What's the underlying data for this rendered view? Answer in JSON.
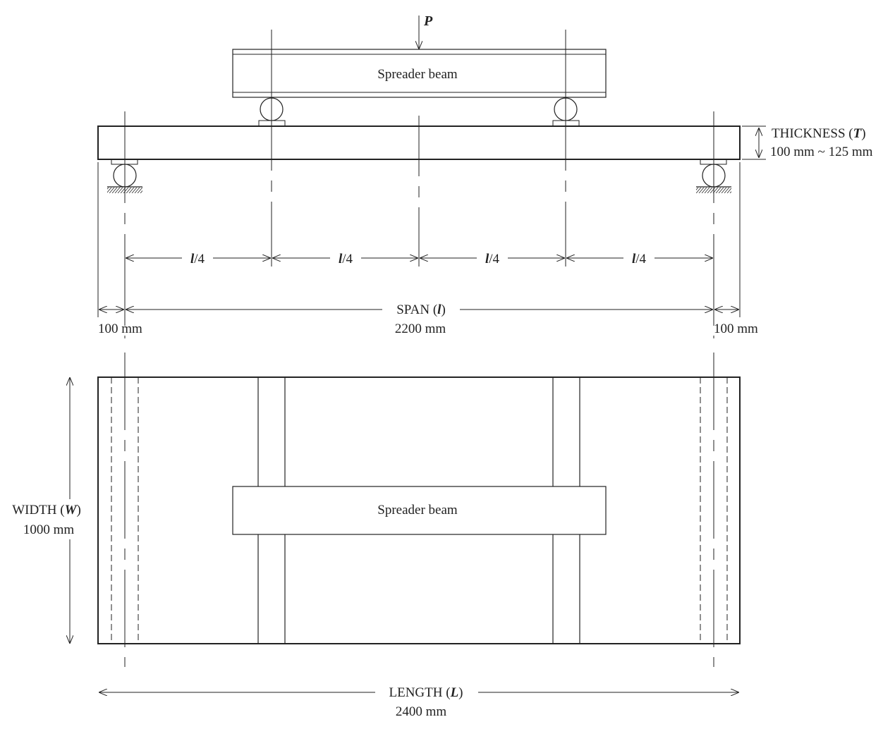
{
  "load": {
    "symbol": "P"
  },
  "elevation": {
    "spreader_label": "Spreader beam",
    "thickness": {
      "label": "THICKNESS (",
      "symbol": "T",
      "close": ")",
      "value": "100 mm ~ 125 mm"
    },
    "quarter_label": {
      "symbol": "l",
      "text": "/4"
    },
    "span": {
      "label": "SPAN (",
      "symbol": "l",
      "close": ")",
      "value": "2200 mm"
    },
    "overhang_left": "100 mm",
    "overhang_right": "100 mm"
  },
  "plan": {
    "spreader_label": "Spreader beam",
    "width": {
      "label": "WIDTH (",
      "symbol": "W",
      "close": ")",
      "value": "1000 mm"
    },
    "length": {
      "label": "LENGTH (",
      "symbol": "L",
      "close": ")",
      "value": "2400 mm"
    }
  },
  "colors": {
    "line": "#222222",
    "background": "#ffffff"
  }
}
